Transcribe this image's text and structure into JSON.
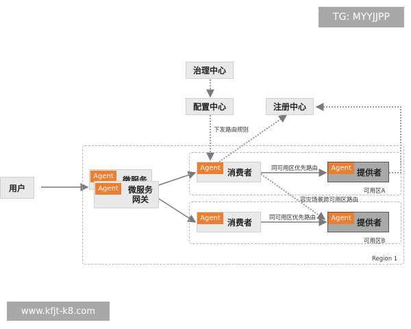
{
  "watermarks": {
    "tg": "TG: MYYJJPP",
    "url": "www.kfjt-k8.com"
  },
  "nodes": {
    "user": "用户",
    "governance_center": "治理中心",
    "config_center": "配置中心",
    "registry_center": "注册中心",
    "gateway_agent_back": "Agent",
    "gateway_agent_front": "Agent",
    "gateway_back_label": "微服务",
    "gateway_front_label": "微服务\n网关",
    "consumer_a_agent": "Agent",
    "consumer_a": "消费者",
    "consumer_b_agent": "Agent",
    "consumer_b": "消费者",
    "provider_a_agent": "Agent",
    "provider_a": "提供者",
    "provider_b_agent": "Agent",
    "provider_b": "提供者"
  },
  "edge_labels": {
    "config_push": "下发路由规则",
    "same_zone_a": "同可用区优先路由",
    "same_zone_b": "同可用区优先路由",
    "cross_zone": "容灾场景跨可用区路由"
  },
  "zones": {
    "zone_a": "可用区A",
    "zone_b": "可用区B",
    "region": "Region 1"
  },
  "colors": {
    "agent_orange": "#ee7d2f",
    "node_gray": "#e9e9e9",
    "provider_gray": "#a9a9a9",
    "line_gray": "#808080"
  }
}
